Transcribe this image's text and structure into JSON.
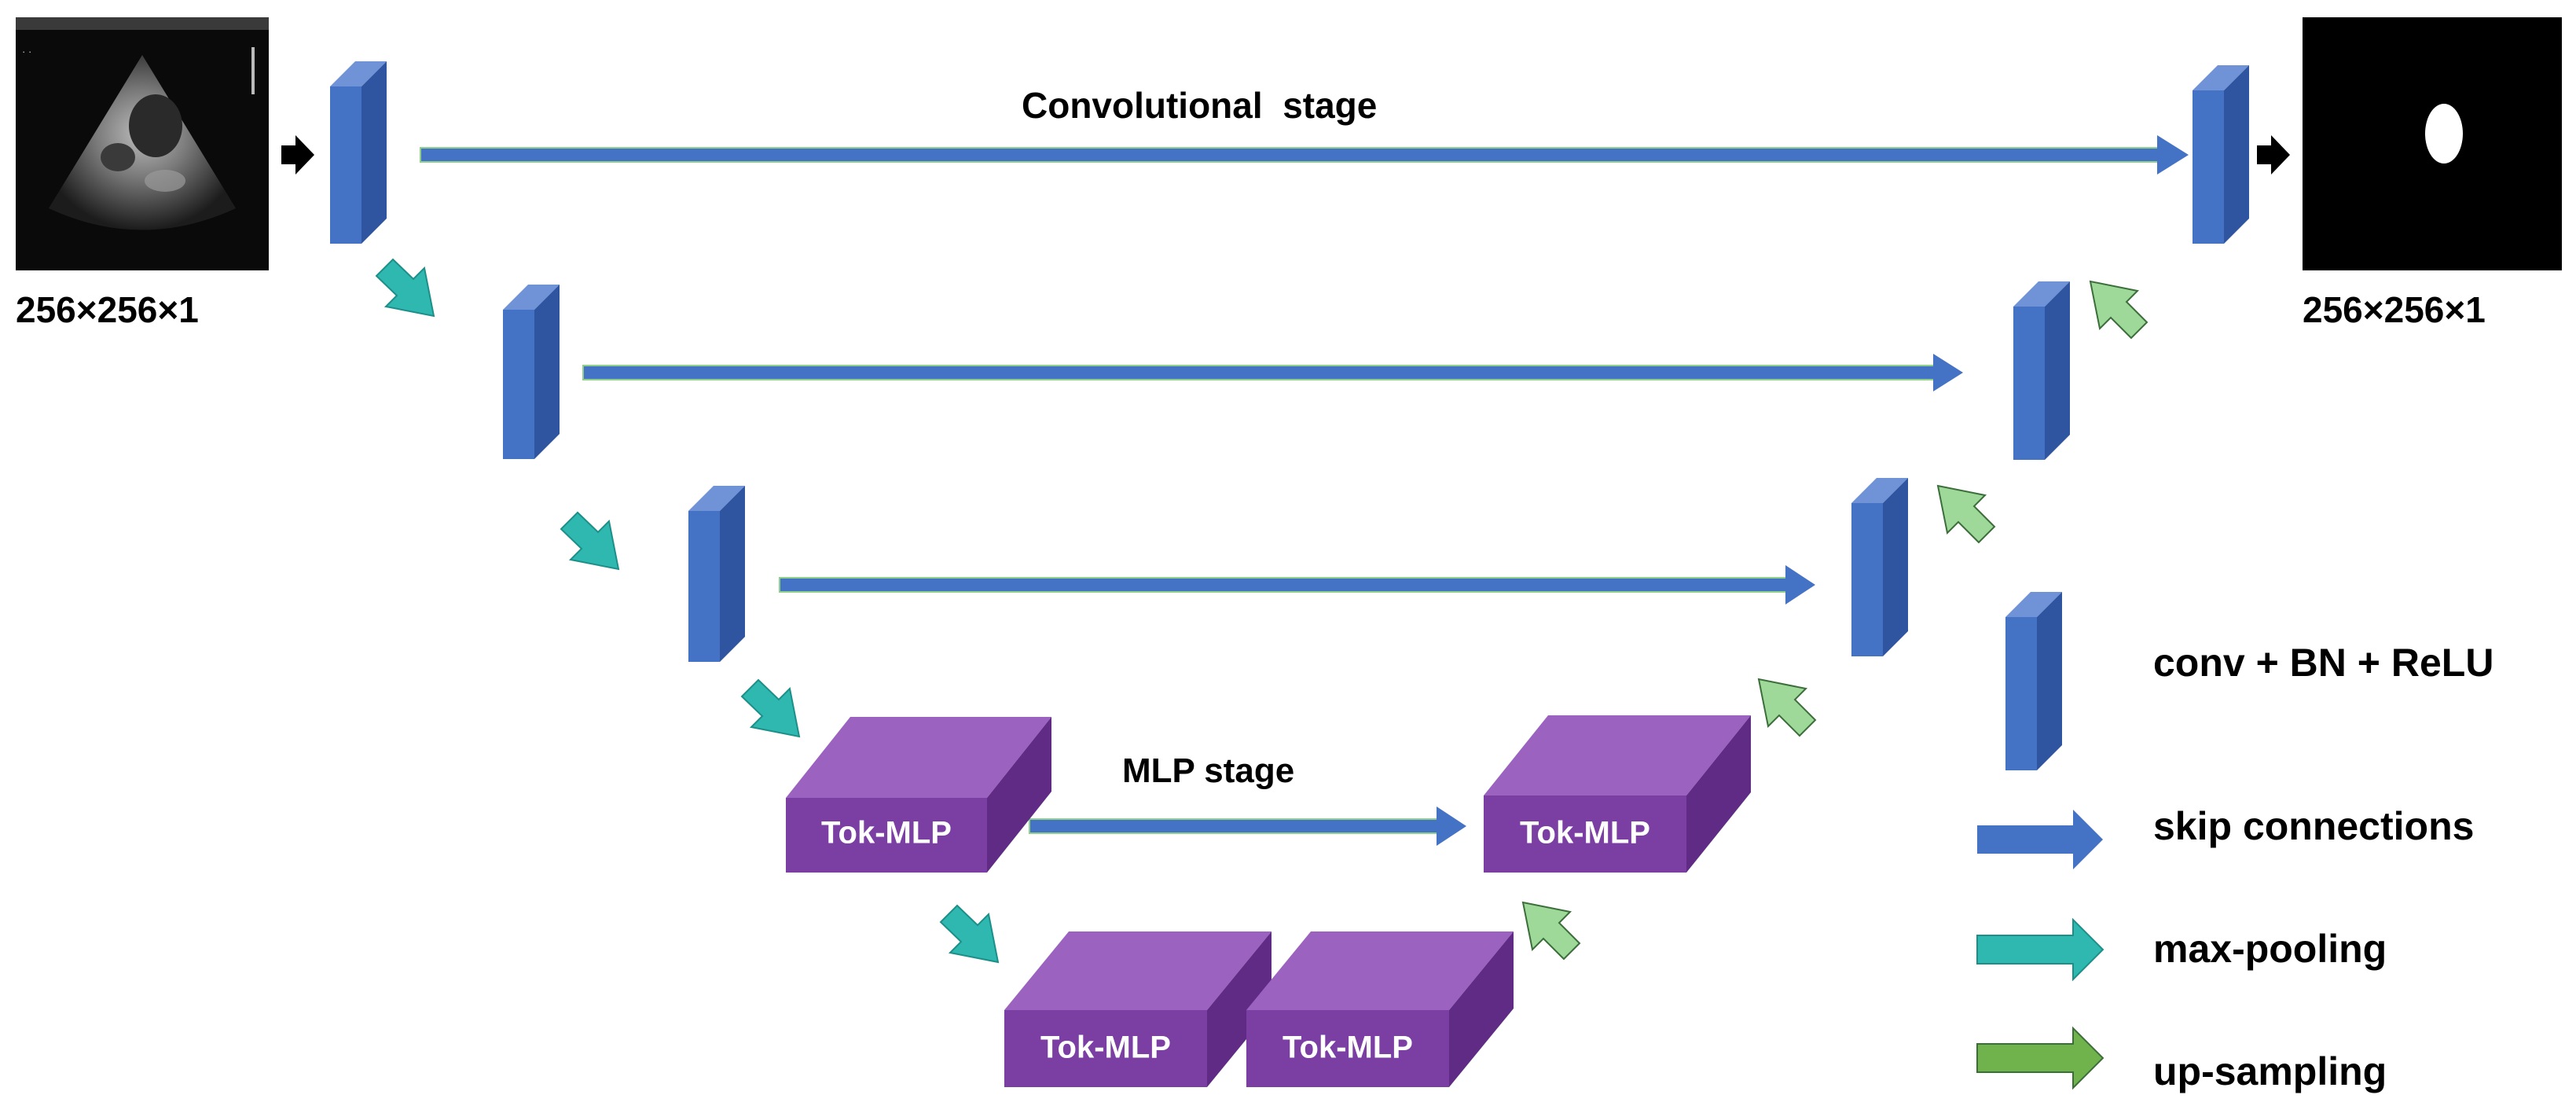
{
  "title": "Convolutional  stage",
  "mlp_stage_label": "MLP stage",
  "input": {
    "size": "256×256×1"
  },
  "output": {
    "size": "256×256×1"
  },
  "tok_label": "Tok-MLP",
  "legend": {
    "conv": "conv + BN + ReLU",
    "skip": "skip connections",
    "pool": "max-pooling",
    "up": "up-sampling"
  },
  "colors": {
    "conv_block": "#4472C4",
    "skip_arrow": "#4472C4",
    "pool_arrow": "#2EB8B0",
    "up_arrow": "#8FD18A",
    "tok_block": "#8E52B0",
    "tok_text": "#ffffff"
  },
  "icons": {
    "input_image": "echocardiogram-ultrasound-icon",
    "output_image": "segmentation-mask-icon",
    "flow_arrow": "black-right-arrow-icon"
  }
}
